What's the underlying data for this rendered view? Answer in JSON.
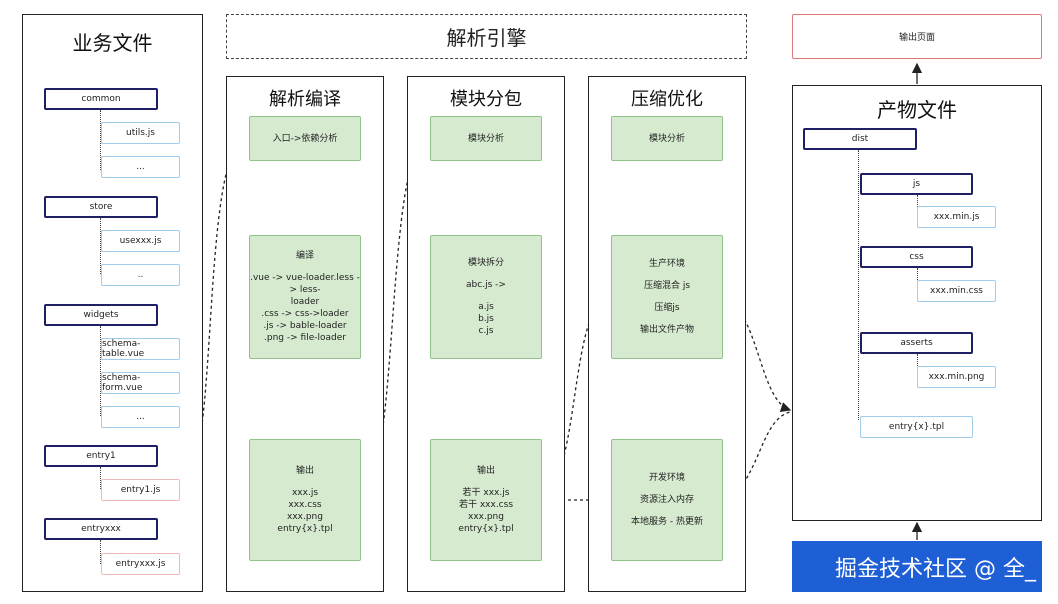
{
  "biz": {
    "title": "业务文件",
    "common": "common",
    "utils": "utils.js",
    "dots1": "...",
    "store": "store",
    "usexxx": "usexxx.js",
    "dots2": "..",
    "widgets": "widgets",
    "schema_table": "schema-table.vue",
    "schema_form": "schema-form.vue",
    "dots3": "...",
    "entry1": "entry1",
    "entry1_js": "entry1.js",
    "entryxxx": "entryxxx",
    "entryxxx_js": "entryxxx.js"
  },
  "engine": {
    "title": "解析引擎"
  },
  "parse": {
    "title": "解析编译",
    "entry_box": "入口->依赖分析",
    "compile_lines": [
      "编译",
      "",
      ".vue -> vue-loader.less -> less-",
      "loader",
      ".css -> css->loader",
      ".js -> bable-loader",
      ".png -> file-loader"
    ],
    "output_lines": [
      "输出",
      "",
      "xxx.js",
      "xxx.css",
      "xxx.png",
      "entry{x}.tpl"
    ]
  },
  "split": {
    "title": "模块分包",
    "analyze": "模块分析",
    "split_lines": [
      "模块拆分",
      "",
      "abc.js ->",
      "",
      "a.js",
      "b.js",
      "c.js"
    ],
    "output_lines": [
      "输出",
      "",
      "若干 xxx.js",
      "若干 xxx.css",
      "xxx.png",
      "entry{x}.tpl"
    ]
  },
  "compress": {
    "title": "压缩优化",
    "analyze": "模块分析",
    "prod_lines": [
      "生产环境",
      "",
      "压缩混合 js",
      "",
      "压缩js",
      "",
      "输出文件产物"
    ],
    "dev_lines": [
      "开发环境",
      "",
      "资源注入内存",
      "",
      "本地服务 - 热更新"
    ]
  },
  "output_page": "输出页面",
  "artifacts": {
    "title": "产物文件",
    "dist": "dist",
    "js": "js",
    "xxx_min_js": "xxx.min.js",
    "css": "css",
    "xxx_min_css": "xxx.min.css",
    "asserts": "asserts",
    "xxx_min_png": "xxx.min.png",
    "entry_tpl": "entry{x}.tpl"
  },
  "watermark": "掘金技术社区 @ 全_",
  "colors": {
    "green_fill": "#d6ead0",
    "green_border": "#90c38a",
    "folder_border": "#1f1f66",
    "file_border": "#9fcdeb",
    "watermark_bg": "#1f5fd6"
  }
}
